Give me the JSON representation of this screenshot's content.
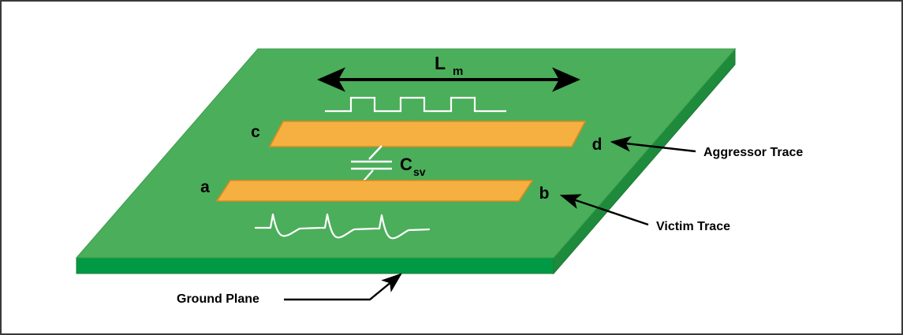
{
  "figure": {
    "title": "PCB crosstalk coupled-line diagram",
    "colors": {
      "board_top": "#4BAE5A",
      "board_front_edge": "#009944",
      "board_right_edge": "#1E8A3C",
      "board_outline": "#2e7d32",
      "trace": "#F5B041",
      "trace_outline": "#E08A1E",
      "waveform": "#FFFFFF",
      "annotation": "#000000",
      "frame": "#3a3a3a",
      "background": "#FFFFFF"
    },
    "labels": {
      "dimension": "L",
      "dimension_sub": "m",
      "coupling_cap": "C",
      "coupling_cap_sub": "sv",
      "node_a": "a",
      "node_b": "b",
      "node_c": "c",
      "node_d": "d",
      "aggressor": "Aggressor Trace",
      "victim": "Victim Trace",
      "ground_plane": "Ground Plane"
    },
    "icons": {
      "dimension_arrow": "double-headed-arrow-icon",
      "aggressor_pointer": "arrow-left-icon",
      "victim_pointer": "arrow-left-icon",
      "ground_pointer": "arrow-up-right-icon",
      "capacitor": "capacitor-symbol-icon"
    },
    "waveforms": {
      "aggressor": {
        "name": "square-wave",
        "description": "Digital square wave driven on aggressor trace",
        "pulses": 3
      },
      "victim": {
        "name": "crosstalk-glitch-wave",
        "description": "Coupled crosstalk glitches: positive spike then negative undershoot at each aggressor edge",
        "glitches": 3
      }
    }
  }
}
